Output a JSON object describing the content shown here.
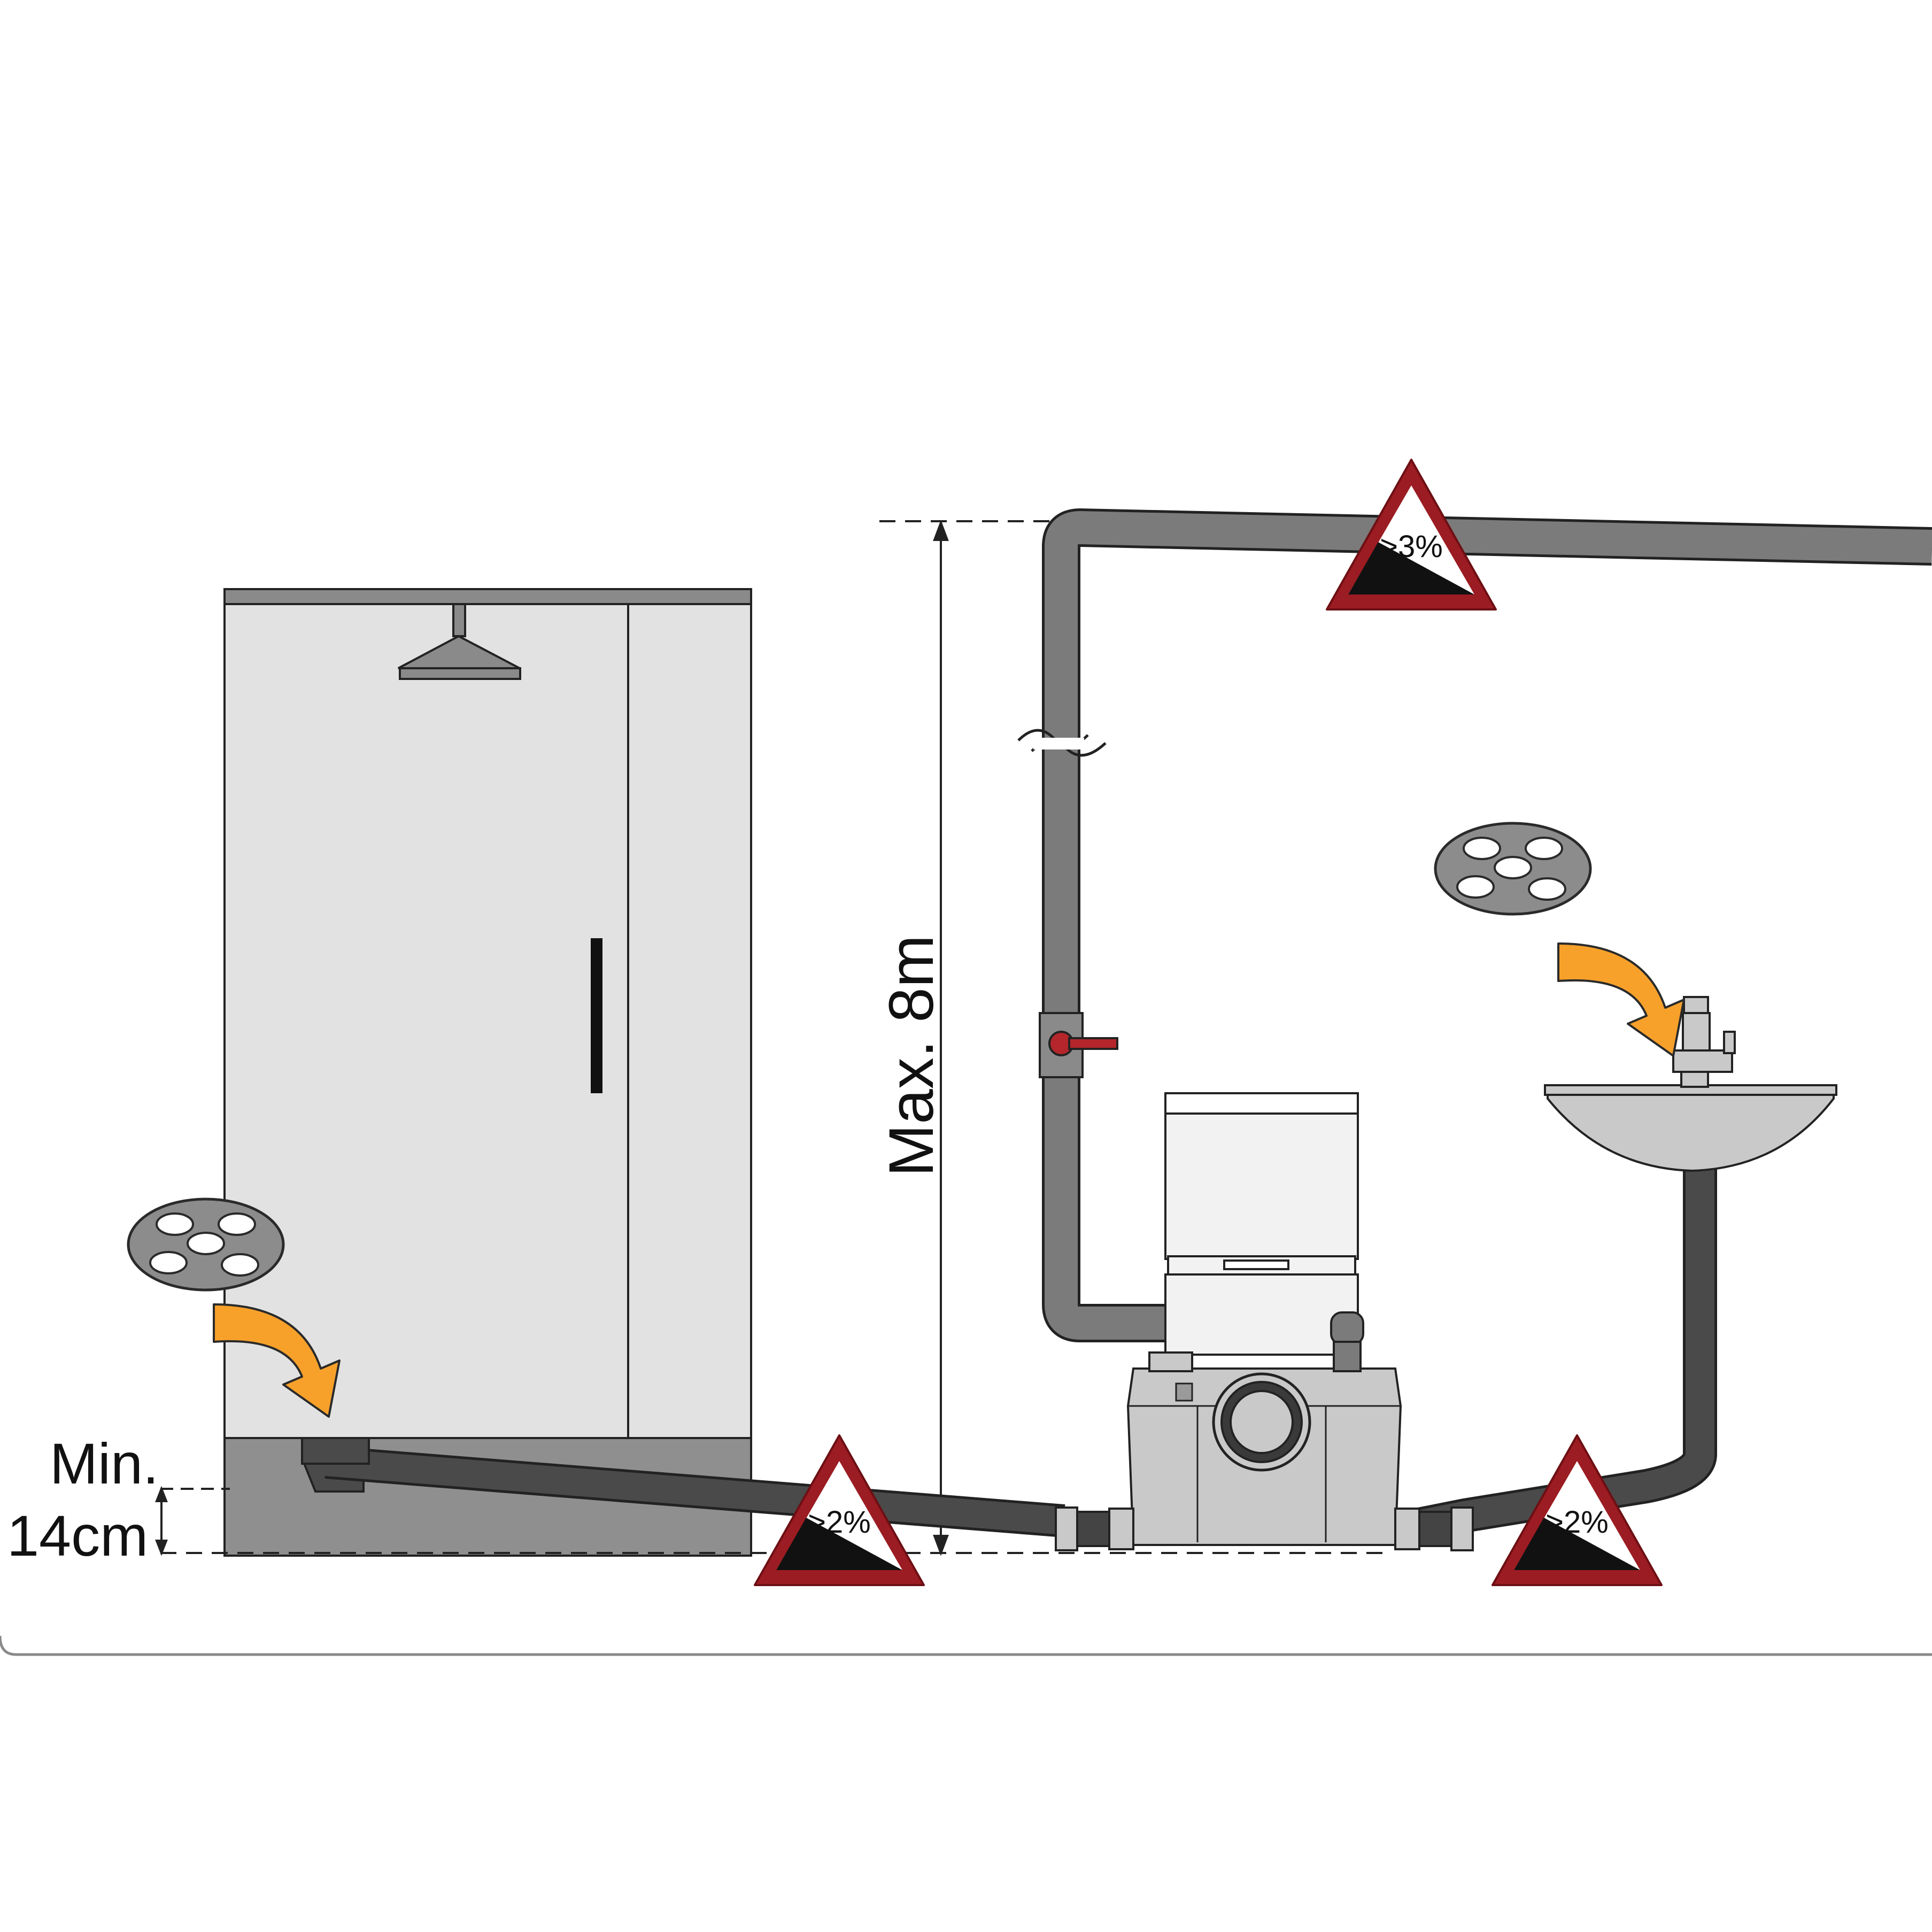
{
  "labels": {
    "max_height": "Max. 8m",
    "min_label": "Min.",
    "min_value": "14cm"
  },
  "slopes": {
    "top_pipe": ">3%",
    "shower_pipe": ">2%",
    "sink_pipe": ">2%"
  },
  "colors": {
    "pipe_grey": "#7b7b7b",
    "pipe_dark": "#4a4a4a",
    "warning_red": "#9b1c22",
    "arrow_orange": "#f7a12b",
    "shower_panel": "#e2e2e2",
    "shower_base": "#8f8f8f",
    "pump_body": "#c9c9c9",
    "valve_red": "#b4262b"
  },
  "icons": [
    "shower-head-icon",
    "filter-disc-icon",
    "curved-arrow-icon",
    "warning-triangle-icon",
    "ball-valve-icon",
    "sink-icon",
    "faucet-icon",
    "pump-unit-icon"
  ]
}
